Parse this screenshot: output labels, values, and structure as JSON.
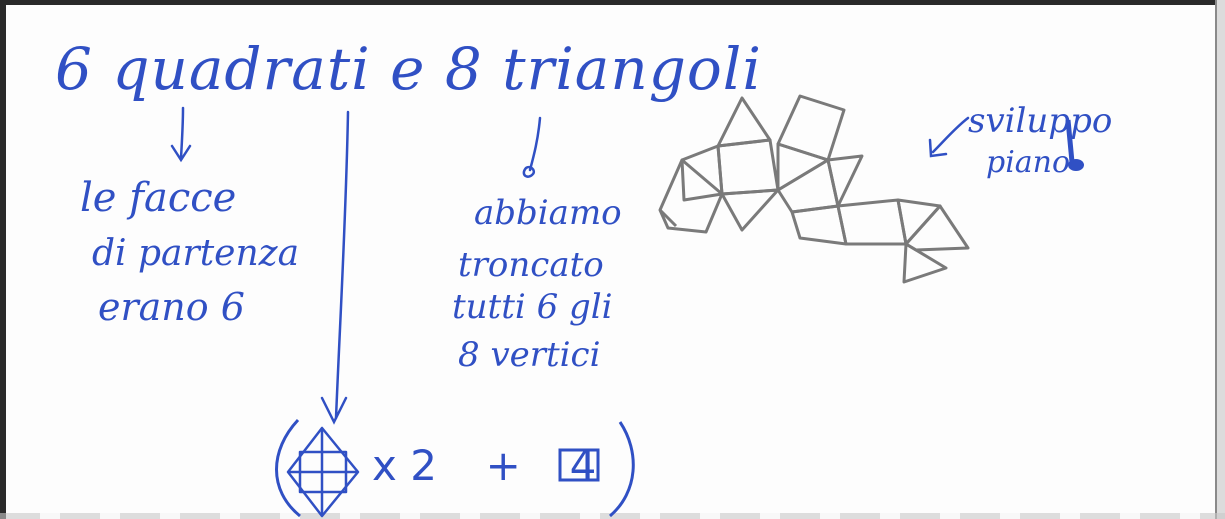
{
  "note": {
    "title": "6 quadrati e 8 triangoli",
    "left_annotation": [
      "le facce",
      "di partenza",
      "erano 6"
    ],
    "right_annotation": [
      "abbiamo",
      "troncato",
      "tutti 6 gli",
      "8 vertici"
    ],
    "net_label": [
      "sviluppo",
      "piano"
    ],
    "formula": {
      "multiplier": "x 2",
      "plus": "+",
      "count": "4"
    }
  },
  "colors": {
    "ink": "#3050c4",
    "pencil": "#7a7a7a",
    "frame": "#2a2a2a"
  }
}
